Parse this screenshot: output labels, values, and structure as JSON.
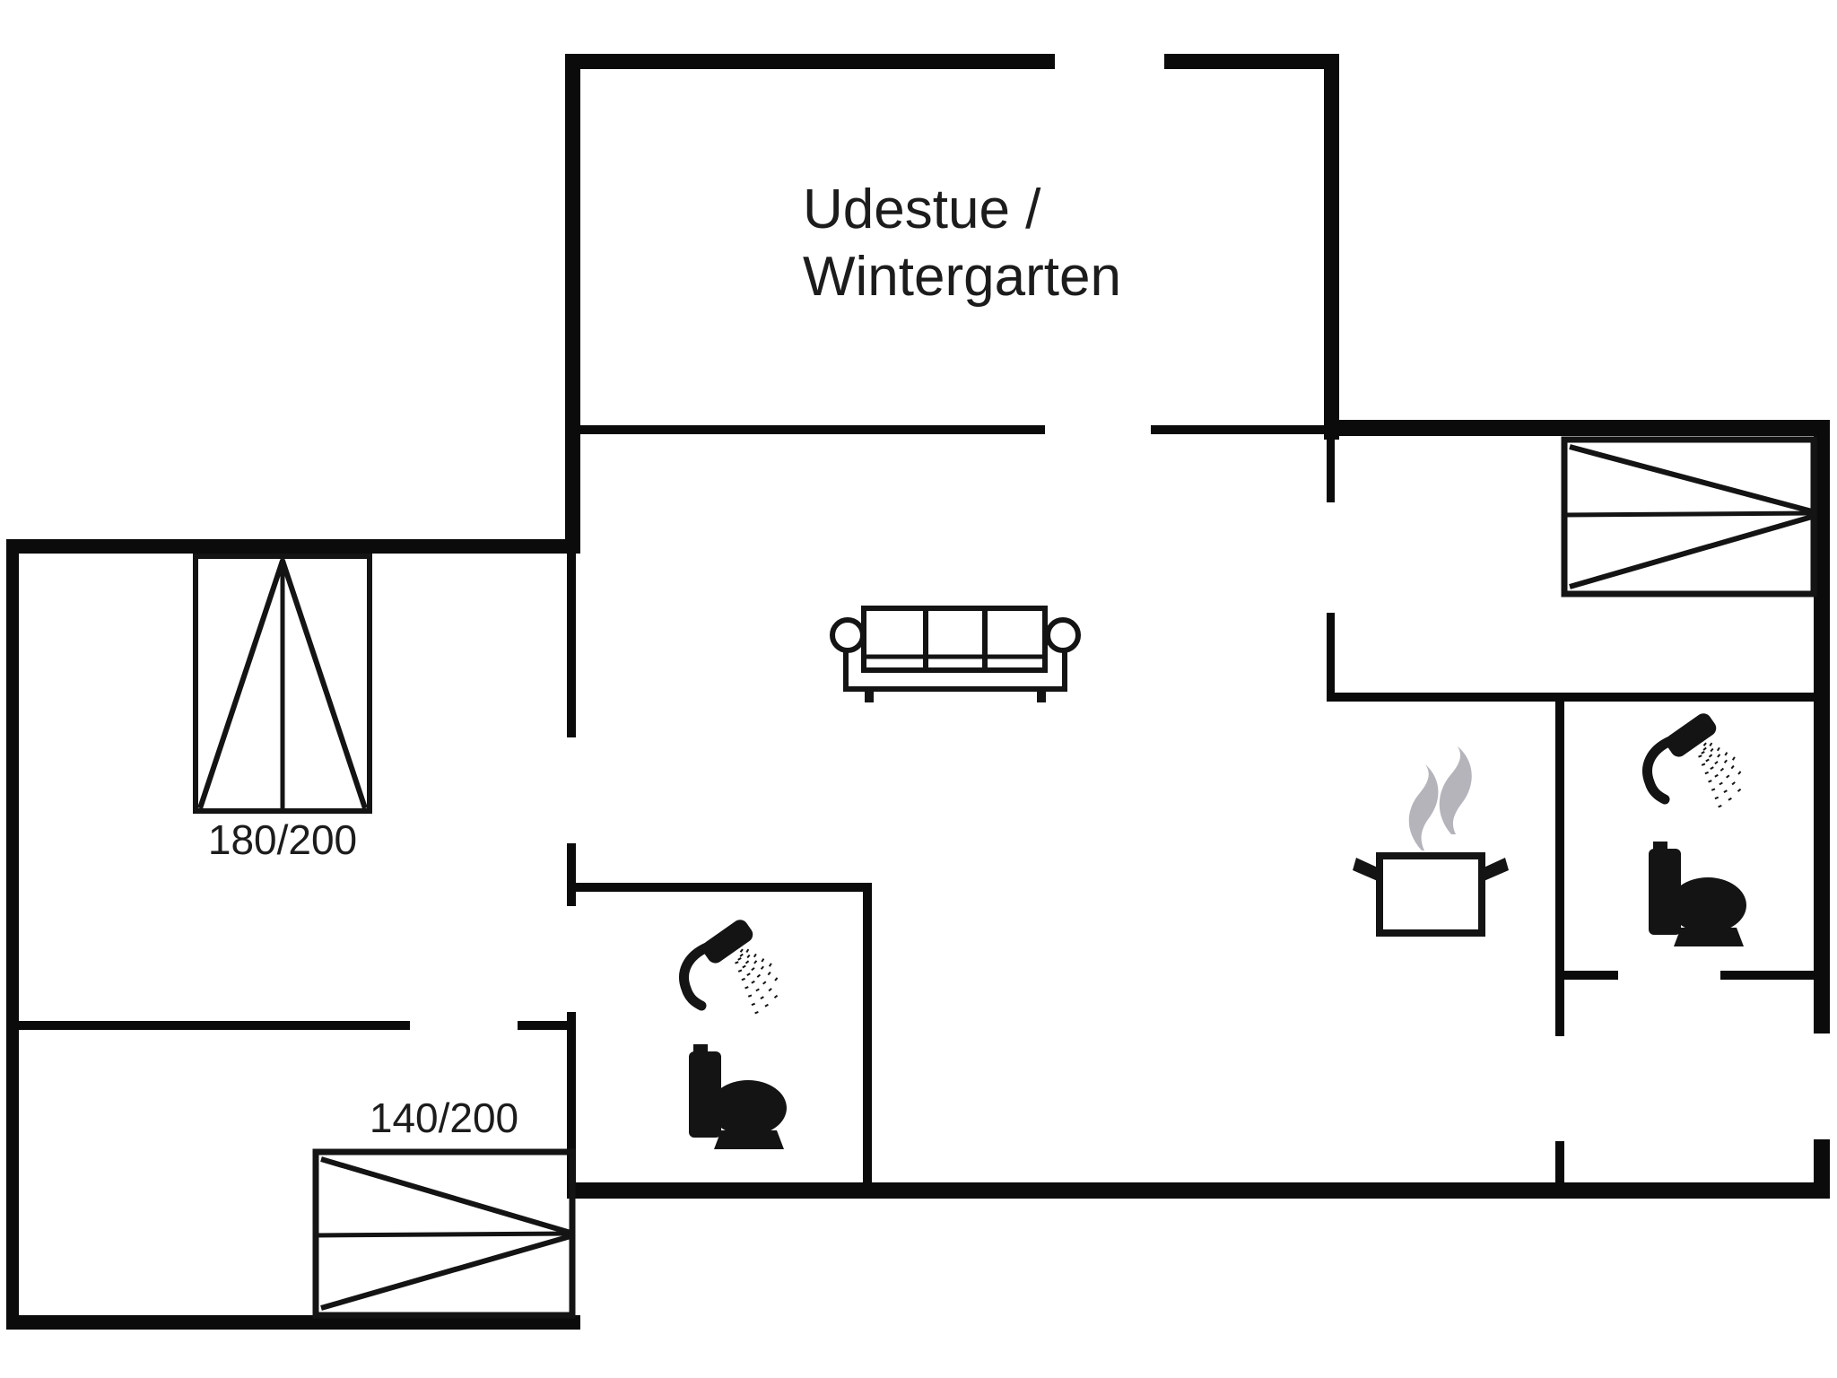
{
  "rooms": {
    "conservatory": {
      "line1": "Udestue /",
      "line2": "Wintergarten"
    }
  },
  "beds": {
    "left_double_bed": {
      "label": "180/200"
    },
    "bottom_bed": {
      "label": "140/200"
    },
    "top_right_bed": {
      "label": ""
    }
  },
  "icons": {
    "sofa": "sofa-icon",
    "cooking_pot": "cooking-pot-icon",
    "steam": "steam-icon",
    "shower_main_bathroom": "shower-icon",
    "toilet_main_bathroom": "toilet-icon",
    "shower_ensuite_bathroom": "shower-icon",
    "toilet_ensuite_bathroom": "toilet-icon",
    "double_bed": "double-bed-icon",
    "single_bed": "single-bed-icon",
    "wardrobe_double_bed": "double-bed-icon"
  },
  "colors": {
    "wall": "#0b0b0b",
    "furniture_line": "#141414",
    "steam": "#b4b4ba",
    "text": "#1c1c1c",
    "background": "#ffffff"
  }
}
